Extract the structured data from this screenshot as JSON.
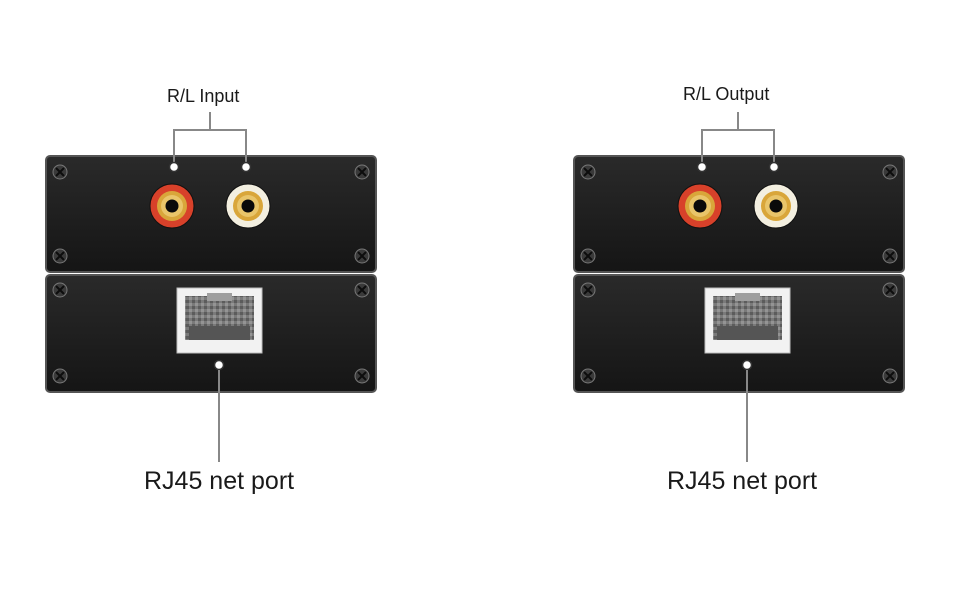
{
  "left_unit": {
    "audio_label": "R/L Input",
    "port_label": "RJ45 net port"
  },
  "right_unit": {
    "audio_label": "R/L Output",
    "port_label": "RJ45 net port"
  },
  "colors": {
    "panel": "#1e1e1e",
    "panel_edge": "#555555",
    "rca_red_ring": "#d8412a",
    "rca_white_ring": "#f3efe0",
    "rca_gold": "#d9a63a",
    "rj45_frame": "#f2f2f2",
    "callout_line": "#888888"
  },
  "icons": [
    "screw-icon",
    "rca-red-jack-icon",
    "rca-white-jack-icon",
    "rj45-port-icon"
  ]
}
